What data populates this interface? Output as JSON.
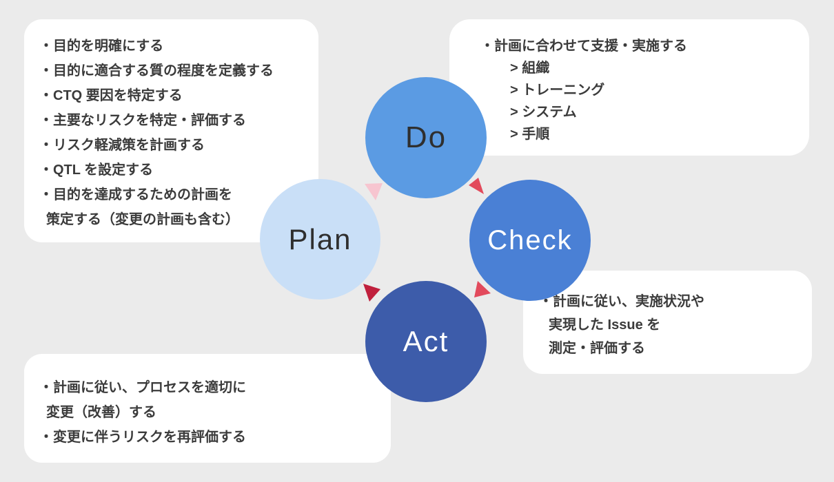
{
  "colors": {
    "background": "#ebebeb",
    "card_background": "#ffffff",
    "card_text": "#3b3b3b"
  },
  "circles": {
    "do": {
      "label": "Do",
      "color": "#5b9be3",
      "text_color": "#2f2f2f"
    },
    "plan": {
      "label": "Plan",
      "color": "#c9dff7",
      "text_color": "#2f2f2f"
    },
    "check": {
      "label": "Check",
      "color": "#4a80d5",
      "text_color": "#ffffff"
    },
    "act": {
      "label": "Act",
      "color": "#3d5caa",
      "text_color": "#ffffff"
    }
  },
  "arrows": [
    {
      "from": "plan",
      "to": "do",
      "color": "#f7c5d0"
    },
    {
      "from": "do",
      "to": "check",
      "color": "#e24a5c"
    },
    {
      "from": "check",
      "to": "act",
      "color": "#e24a5c"
    },
    {
      "from": "act",
      "to": "plan",
      "color": "#c0203d"
    }
  ],
  "cards": {
    "plan": {
      "lines": [
        "・目的を明確にする",
        "・目的に適合する質の程度を定義する",
        "・CTQ 要因を特定する",
        "・主要なリスクを特定・評価する",
        "・リスク軽減策を計画する",
        "・QTL を設定する",
        "・目的を達成するための計画を",
        "策定する（変更の計画も含む）"
      ]
    },
    "do": {
      "lines": [
        "・計画に合わせて支援・実施する",
        "> 組織",
        "> トレーニング",
        "> システム",
        "> 手順"
      ]
    },
    "check": {
      "lines": [
        "・計画に従い、実施状況や",
        "実現した Issue を",
        "測定・評価する"
      ]
    },
    "act": {
      "lines": [
        "・計画に従い、プロセスを適切に",
        "変更（改善）する",
        "・変更に伴うリスクを再評価する"
      ]
    }
  }
}
